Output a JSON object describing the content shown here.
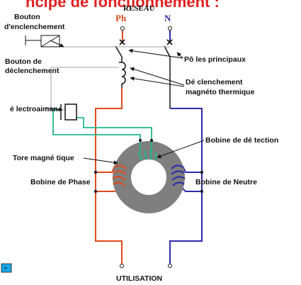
{
  "title_partial": "ncipe de fonctionnement :",
  "labels": {
    "reseau": "RESEAU",
    "phase": "Ph",
    "neutre": "N",
    "bouton_enclenchement_1": "Bouton",
    "bouton_enclenchement_2": "d'enclenchement",
    "bouton_declenchement_1": "Bouton de",
    "bouton_declenchement_2": "déclenchement",
    "poles_principaux": "Pô les principaux",
    "declenchement_1": "Dé clenchement",
    "declenchement_2": "magnéto thermique",
    "electroaimant": "é lectroaiman",
    "bobine_detection": "Bobine de dé tection",
    "tore_magnetique": "Tore magné tique",
    "bobine_phase": "Bobine de Phase",
    "bobine_neutre": "Bobine de Neutre",
    "utilisation": "UTILISATION"
  },
  "colors": {
    "title": "#e02020",
    "phase": "#e04a1a",
    "neutre": "#2c2ca8",
    "detection": "#20b890",
    "detection_label": "#20b890",
    "tore": "#7f7f7f",
    "nav_button": "#19a9e8"
  },
  "nav_button_glyph": ">"
}
